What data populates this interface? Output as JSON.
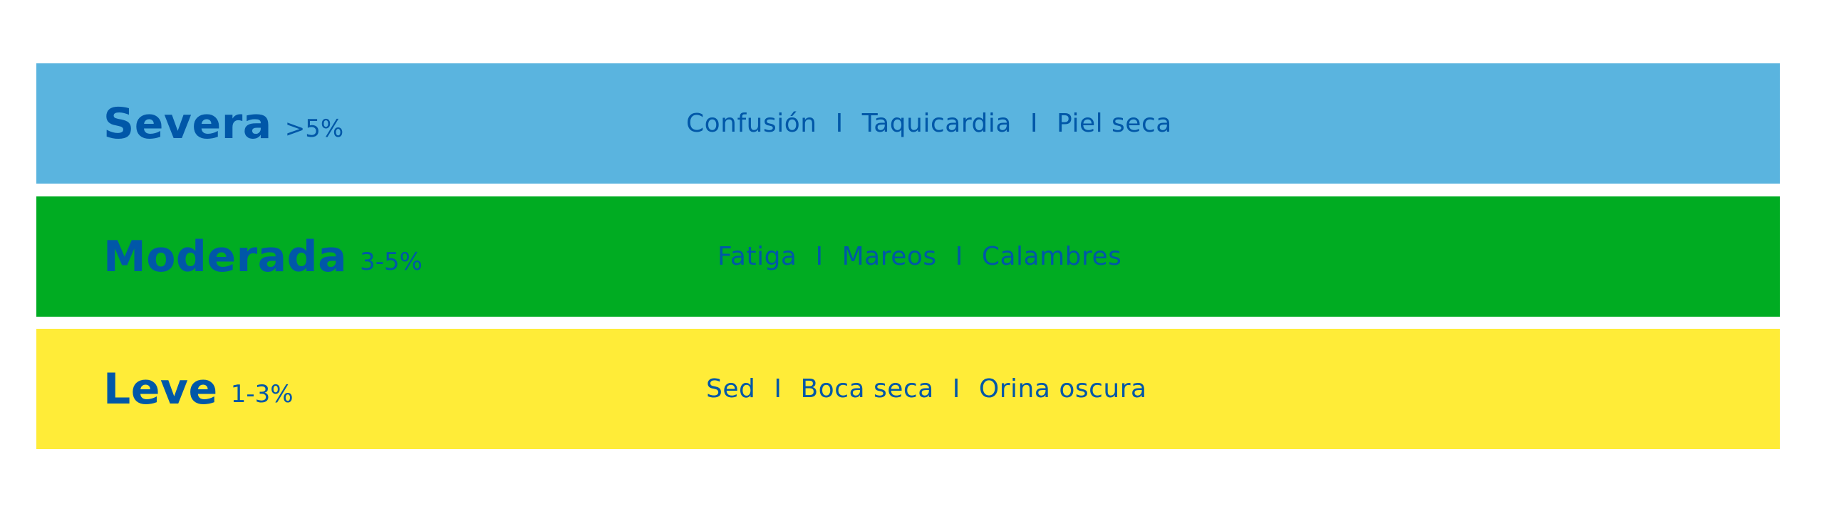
{
  "colors": {
    "text": "#0057a8",
    "severa_bg": "#5ab4df",
    "moderada_bg": "#00ac22",
    "leve_bg": "#ffec38"
  },
  "separator": "I",
  "levels": [
    {
      "title": "Severa",
      "range": ">5%",
      "symptoms": [
        "Confusión",
        "Taquicardia",
        "Piel seca"
      ]
    },
    {
      "title": "Moderada",
      "range": "3-5%",
      "symptoms": [
        "Fatiga",
        "Mareos",
        "Calambres"
      ]
    },
    {
      "title": "Leve",
      "range": "1-3%",
      "symptoms": [
        "Sed",
        "Boca seca",
        "Orina oscura"
      ]
    }
  ]
}
